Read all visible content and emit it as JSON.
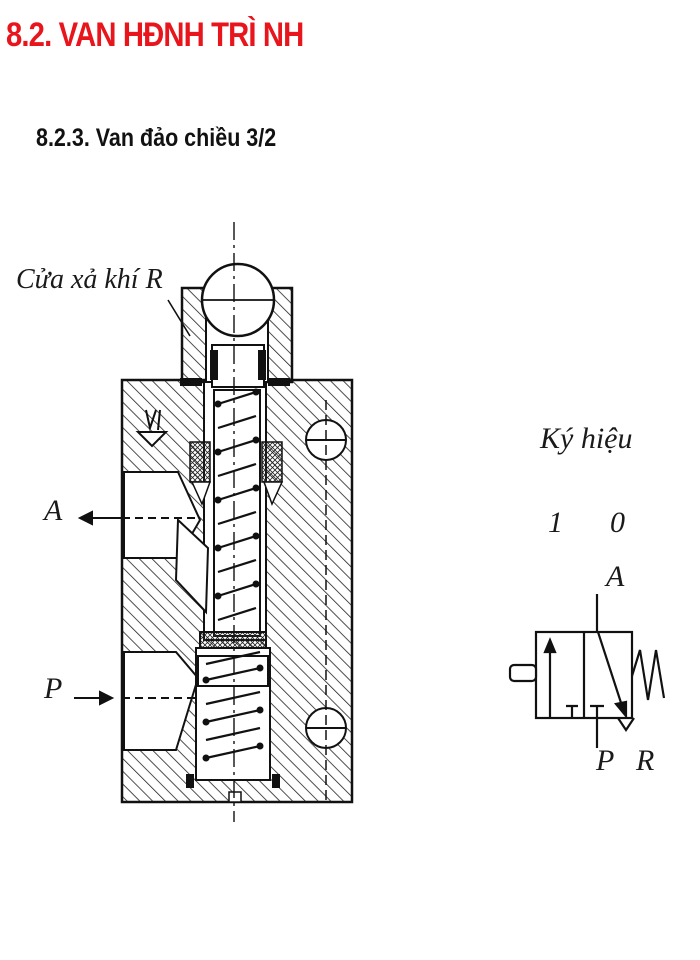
{
  "title": "8.2. VAN HĐNH TRÌ NH",
  "subtitle": "8.2.3. Van đảo chiều 3/2",
  "diagram": {
    "exhaust_label": "Cửa xả khí R",
    "port_a_label": "A",
    "port_p_label": "P",
    "symbol": {
      "heading": "Ký hiệu",
      "pos1": "1",
      "pos0": "0",
      "port_a": "A",
      "port_p": "P",
      "port_r": "R"
    }
  },
  "colors": {
    "title": "#e8161c",
    "ink": "#1a1a1a"
  }
}
